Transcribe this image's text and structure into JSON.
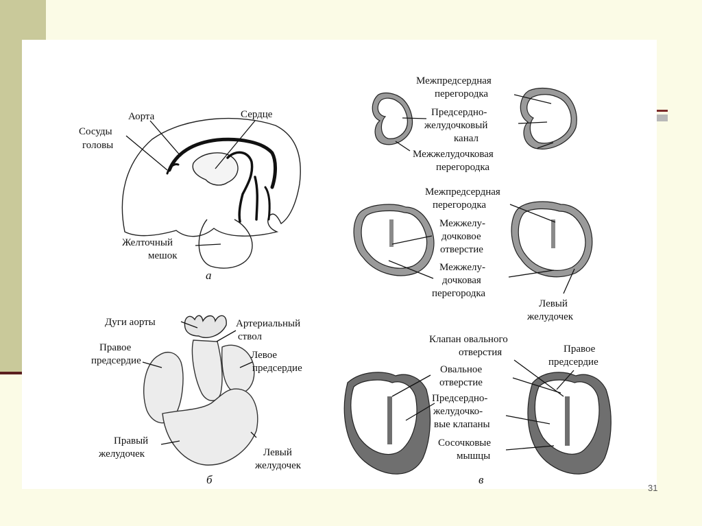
{
  "slide": {
    "page_number": "31",
    "colors": {
      "background": "#fbfbe6",
      "sidebar": "#c9c99a",
      "accent_rule": "#5b1f1f",
      "panel": "#ffffff"
    }
  },
  "diagram": {
    "panel_a": {
      "letter": "а",
      "labels": {
        "aorta": "Аорта",
        "heart": "Сердце",
        "head_vessels_1": "Сосуды",
        "head_vessels_2": "головы",
        "yolk_sac_1": "Желточный",
        "yolk_sac_2": "мешок"
      }
    },
    "panel_b": {
      "letter": "б",
      "labels": {
        "aortic_arches": "Дуги аорты",
        "arterial_trunk_1": "Артериальный",
        "arterial_trunk_2": "ствол",
        "right_atrium_1": "Правое",
        "right_atrium_2": "предсердие",
        "left_atrium_1": "Левое",
        "left_atrium_2": "предсердие",
        "right_ventricle_1": "Правый",
        "right_ventricle_2": "желудочек",
        "left_ventricle_1": "Левый",
        "left_ventricle_2": "желудочек"
      }
    },
    "panel_v": {
      "letter": "в",
      "labels": {
        "interatrial_septum_1a": "Межпредсердная",
        "interatrial_septum_1b": "перегородка",
        "av_canal_1": "Предсердно-",
        "av_canal_2": "желудочковый",
        "av_canal_3": "канал",
        "interventricular_septum_1a": "Межжелудочковая",
        "interventricular_septum_1b": "перегородка",
        "interatrial_septum_2a": "Межпредсердная",
        "interatrial_septum_2b": "перегородка",
        "iv_foramen_1": "Межжелу-",
        "iv_foramen_2": "дочковое",
        "iv_foramen_3": "отверстие",
        "iv_septum_2a": "Межжелу-",
        "iv_septum_2b": "дочковая",
        "iv_septum_2c": "перегородка",
        "left_ventricle_v_1": "Левый",
        "left_ventricle_v_2": "желудочек",
        "oval_valve_1": "Клапан овального",
        "oval_valve_2": "отверстия",
        "right_atrium_v_1": "Правое",
        "right_atrium_v_2": "предсердие",
        "oval_foramen_1": "Овальное",
        "oval_foramen_2": "отверстие",
        "av_valves_1": "Предсердно-",
        "av_valves_2": "желудочко-",
        "av_valves_3": "вые клапаны",
        "papillary_1": "Сосочковые",
        "papillary_2": "мышцы"
      }
    }
  }
}
